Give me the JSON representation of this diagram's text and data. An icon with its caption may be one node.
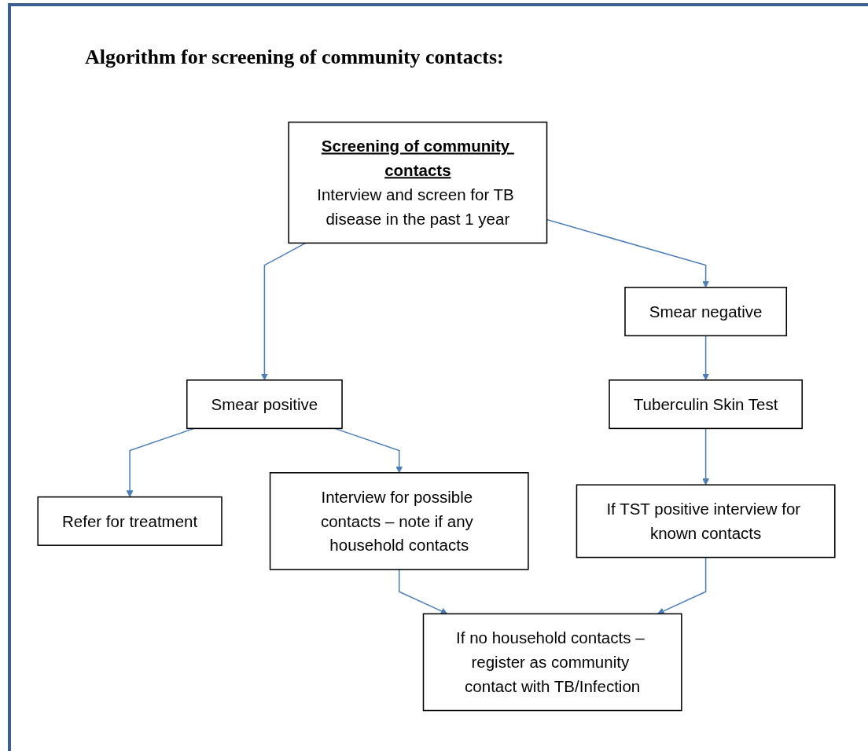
{
  "diagram": {
    "title": "Algorithm for screening of community contacts:",
    "nodes": [
      {
        "text": [
          "Screening of community contacts",
          "Interview and screen for TB disease in the past 1 year"
        ]
      },
      {
        "text": [
          "Smear positive"
        ]
      },
      {
        "text": [
          "Refer for treatment"
        ]
      },
      {
        "text": [
          "Smear negative"
        ]
      },
      {
        "text": [
          "Interview for possible contacts – note if any household contacts"
        ]
      },
      {
        "text": [
          "Tuberculin Skin Test"
        ]
      },
      {
        "text": [
          "If no household contacts – register as community contact with TB/Infection"
        ]
      },
      {
        "text": [
          "If TST positive interview for known contacts"
        ]
      }
    ],
    "edges": [
      {
        "from": 0,
        "to": 1,
        "arrow": "to"
      },
      {
        "from": 0,
        "to": 3,
        "arrow": "to"
      },
      {
        "from": 1,
        "to": 2,
        "arrow": "to"
      },
      {
        "from": 1,
        "to": 4,
        "arrow": "to"
      },
      {
        "from": 3,
        "to": 5,
        "arrow": "to"
      },
      {
        "from": 4,
        "to": 6,
        "arrow": "to"
      },
      {
        "from": 5,
        "to": 7,
        "arrow": "to"
      },
      {
        "from": 7,
        "to": 6,
        "arrow": "to"
      }
    ]
  }
}
